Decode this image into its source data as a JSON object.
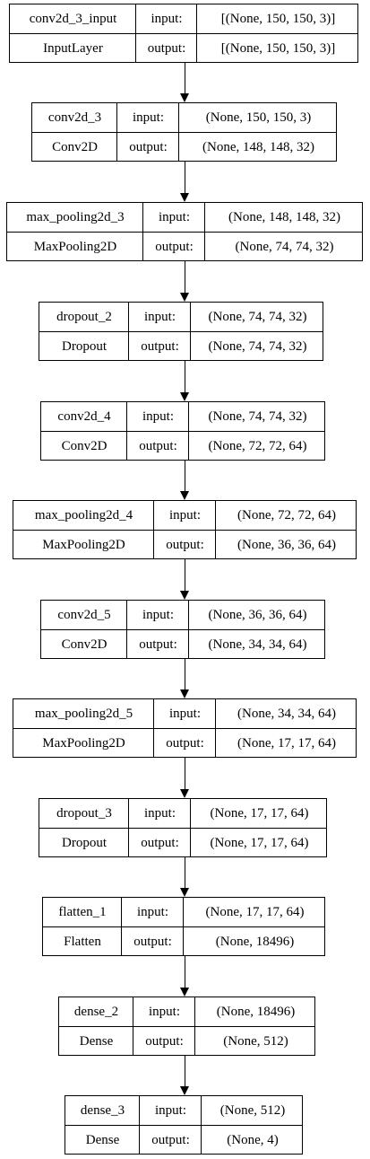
{
  "layers": [
    {
      "name": "conv2d_3_input",
      "type": "InputLayer",
      "input_label": "input:",
      "output_label": "output:",
      "input_shape": "[(None, 150, 150, 3)]",
      "output_shape": "[(None, 150, 150, 3)]"
    },
    {
      "name": "conv2d_3",
      "type": "Conv2D",
      "input_label": "input:",
      "output_label": "output:",
      "input_shape": "(None, 150, 150, 3)",
      "output_shape": "(None, 148, 148, 32)"
    },
    {
      "name": "max_pooling2d_3",
      "type": "MaxPooling2D",
      "input_label": "input:",
      "output_label": "output:",
      "input_shape": "(None, 148, 148, 32)",
      "output_shape": "(None, 74, 74, 32)"
    },
    {
      "name": "dropout_2",
      "type": "Dropout",
      "input_label": "input:",
      "output_label": "output:",
      "input_shape": "(None, 74, 74, 32)",
      "output_shape": "(None, 74, 74, 32)"
    },
    {
      "name": "conv2d_4",
      "type": "Conv2D",
      "input_label": "input:",
      "output_label": "output:",
      "input_shape": "(None, 74, 74, 32)",
      "output_shape": "(None, 72, 72, 64)"
    },
    {
      "name": "max_pooling2d_4",
      "type": "MaxPooling2D",
      "input_label": "input:",
      "output_label": "output:",
      "input_shape": "(None, 72, 72, 64)",
      "output_shape": "(None, 36, 36, 64)"
    },
    {
      "name": "conv2d_5",
      "type": "Conv2D",
      "input_label": "input:",
      "output_label": "output:",
      "input_shape": "(None, 36, 36, 64)",
      "output_shape": "(None, 34, 34, 64)"
    },
    {
      "name": "max_pooling2d_5",
      "type": "MaxPooling2D",
      "input_label": "input:",
      "output_label": "output:",
      "input_shape": "(None, 34, 34, 64)",
      "output_shape": "(None, 17, 17, 64)"
    },
    {
      "name": "dropout_3",
      "type": "Dropout",
      "input_label": "input:",
      "output_label": "output:",
      "input_shape": "(None, 17, 17, 64)",
      "output_shape": "(None, 17, 17, 64)"
    },
    {
      "name": "flatten_1",
      "type": "Flatten",
      "input_label": "input:",
      "output_label": "output:",
      "input_shape": "(None, 17, 17, 64)",
      "output_shape": "(None, 18496)"
    },
    {
      "name": "dense_2",
      "type": "Dense",
      "input_label": "input:",
      "output_label": "output:",
      "input_shape": "(None, 18496)",
      "output_shape": "(None, 512)"
    },
    {
      "name": "dense_3",
      "type": "Dense",
      "input_label": "input:",
      "output_label": "output:",
      "input_shape": "(None, 512)",
      "output_shape": "(None, 4)"
    }
  ]
}
